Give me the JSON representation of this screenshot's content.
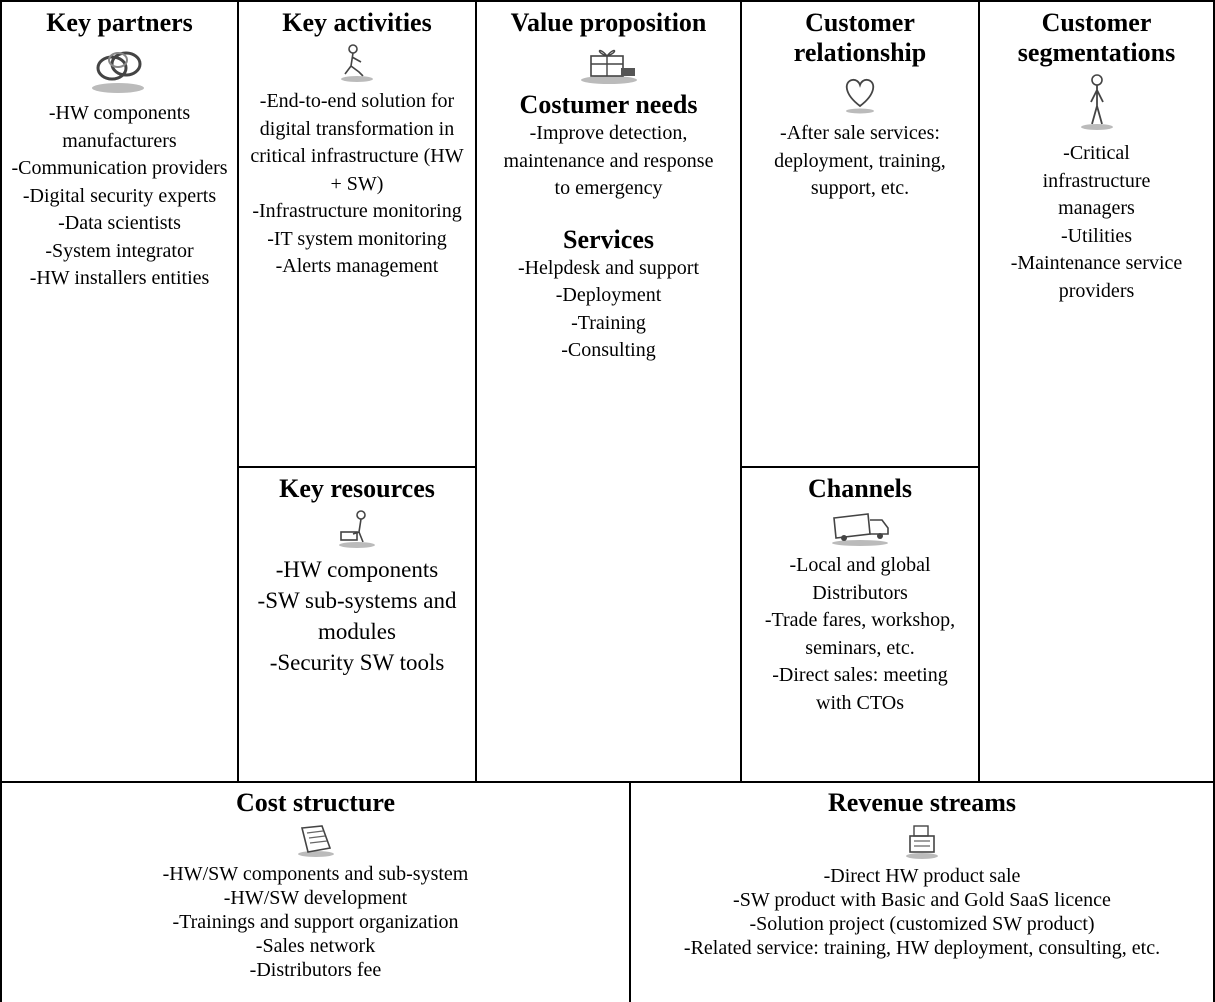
{
  "key_partners": {
    "title": "Key partners",
    "icon": "chain-links-icon",
    "items": [
      "-HW components manufacturers",
      "-Communication providers",
      "-Digital security experts",
      "-Data scientists",
      "-System integrator",
      "-HW installers entities"
    ]
  },
  "key_activities": {
    "title": "Key activities",
    "icon": "worker-icon",
    "items": [
      "-End-to-end solution for digital transformation in critical infrastructure (HW + SW)",
      "-Infrastructure monitoring",
      "-IT system monitoring",
      "-Alerts management"
    ]
  },
  "key_resources": {
    "title": "Key resources",
    "icon": "worker-with-cart-icon",
    "items": [
      "-HW components",
      "-SW sub-systems and modules",
      "-Security SW tools"
    ]
  },
  "value_proposition": {
    "title": "Value proposition",
    "icon": "gift-box-icon",
    "needs_title": "Costumer needs",
    "needs_items": [
      "-Improve detection, maintenance and response to emergency"
    ],
    "services_title": "Services",
    "services_items": [
      "-Helpdesk and support",
      "-Deployment",
      "-Training",
      "-Consulting"
    ]
  },
  "customer_relationship": {
    "title": "Customer relationship",
    "icon": "heart-icon",
    "items": [
      "-After sale services: deployment, training, support, etc."
    ]
  },
  "channels": {
    "title": "Channels",
    "icon": "delivery-truck-icon",
    "items": [
      "-Local and global Distributors",
      "-Trade fares, workshop, seminars, etc.",
      "-Direct sales: meeting with CTOs"
    ]
  },
  "customer_segmentations": {
    "title": "Customer segmentations",
    "icon": "person-icon",
    "items": [
      "-Critical infrastructure managers",
      "-Utilities",
      "-Maintenance service providers"
    ]
  },
  "cost_structure": {
    "title": "Cost structure",
    "icon": "document-icon",
    "items": [
      "-HW/SW components and sub-system",
      "-HW/SW development",
      "-Trainings and support organization",
      "-Sales network",
      "-Distributors fee"
    ]
  },
  "revenue_streams": {
    "title": "Revenue streams",
    "icon": "cash-register-icon",
    "items": [
      "-Direct HW product sale",
      "-SW product with Basic and Gold SaaS licence",
      "-Solution project (customized SW product)",
      "-Related service: training, HW deployment, consulting, etc."
    ]
  }
}
